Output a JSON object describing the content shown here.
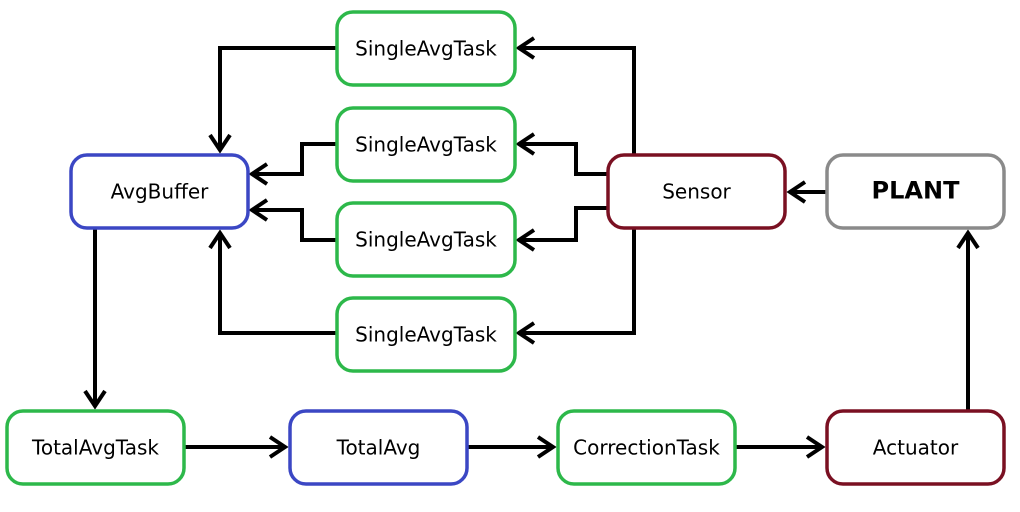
{
  "colors": {
    "green": "#2db84a",
    "blue": "#3b47c4",
    "darkred": "#7a1022",
    "gray": "#8a8a8a"
  },
  "nodes": {
    "single_avg_task_1": {
      "label": "SingleAvgTask",
      "color": "green"
    },
    "single_avg_task_2": {
      "label": "SingleAvgTask",
      "color": "green"
    },
    "single_avg_task_3": {
      "label": "SingleAvgTask",
      "color": "green"
    },
    "single_avg_task_4": {
      "label": "SingleAvgTask",
      "color": "green"
    },
    "avg_buffer": {
      "label": "AvgBuffer",
      "color": "blue"
    },
    "sensor": {
      "label": "Sensor",
      "color": "darkred"
    },
    "plant": {
      "label": "PLANT",
      "color": "gray",
      "bold": true
    },
    "total_avg_task": {
      "label": "TotalAvgTask",
      "color": "green"
    },
    "total_avg": {
      "label": "TotalAvg",
      "color": "blue"
    },
    "correction_task": {
      "label": "CorrectionTask",
      "color": "green"
    },
    "actuator": {
      "label": "Actuator",
      "color": "darkred"
    }
  },
  "edges": [
    {
      "from": "plant",
      "to": "sensor"
    },
    {
      "from": "sensor",
      "to": "single_avg_task_1"
    },
    {
      "from": "sensor",
      "to": "single_avg_task_2"
    },
    {
      "from": "sensor",
      "to": "single_avg_task_3"
    },
    {
      "from": "sensor",
      "to": "single_avg_task_4"
    },
    {
      "from": "single_avg_task_1",
      "to": "avg_buffer"
    },
    {
      "from": "single_avg_task_2",
      "to": "avg_buffer"
    },
    {
      "from": "single_avg_task_3",
      "to": "avg_buffer"
    },
    {
      "from": "single_avg_task_4",
      "to": "avg_buffer"
    },
    {
      "from": "avg_buffer",
      "to": "total_avg_task"
    },
    {
      "from": "total_avg_task",
      "to": "total_avg"
    },
    {
      "from": "total_avg",
      "to": "correction_task"
    },
    {
      "from": "correction_task",
      "to": "actuator"
    },
    {
      "from": "actuator",
      "to": "plant"
    }
  ]
}
